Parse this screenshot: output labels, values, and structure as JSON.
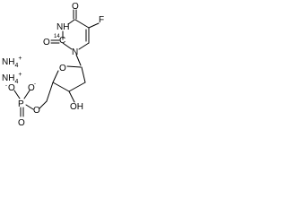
{
  "molecule": {
    "atoms": {
      "o_top": "O",
      "f": "F",
      "nh": "NH",
      "c14_mass": "14",
      "c14_symbol": "C",
      "o_left": "O",
      "n_ring": "N",
      "o_sugar": "O",
      "oh": "OH",
      "o_ester": "O",
      "p": "P",
      "o_minus_left": "O",
      "o_minus_right": "O",
      "o_double": "O"
    },
    "charges": {
      "minus_left": "-",
      "minus_right": "-"
    },
    "counterions": [
      {
        "label": "NH",
        "subscript": "4",
        "charge": "+"
      },
      {
        "label": "NH",
        "subscript": "4",
        "charge": "+"
      }
    ]
  }
}
